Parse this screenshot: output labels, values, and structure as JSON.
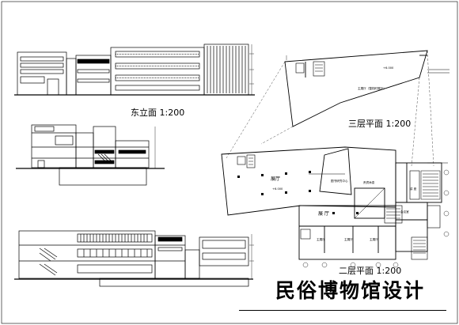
{
  "title": "民俗博物馆设计",
  "views": {
    "east_elevation": "东立面  1:200",
    "third_floor_plan": "三层平面  1:200",
    "second_floor_plan": "二层平面  1:200"
  },
  "third_floor_rooms": {
    "main_hall": "主展厅（整档时展厅）",
    "level_mark": "+6.000"
  },
  "second_floor_rooms": {
    "hall_left": "展厅",
    "hall_center": "展 厅",
    "level_mark": "+6.000",
    "research": "图书研究中心",
    "vip_room": "贵宾休息",
    "lecture": "讲 座",
    "meeting": "会议室",
    "hall_2a": "主展厅",
    "hall_2b": "主展厅",
    "hall_2c": "主展厅"
  }
}
